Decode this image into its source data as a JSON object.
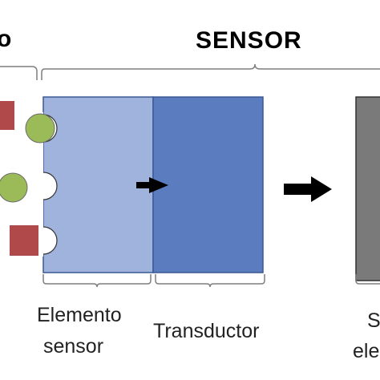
{
  "header": {
    "left_fragment": "o",
    "sensor_title": "SENSOR"
  },
  "labels": {
    "elemento_line1": "Elemento",
    "elemento_line2": "sensor",
    "transductor": "Transductor",
    "right_line1": "S",
    "right_line2": "ele"
  },
  "colors": {
    "sensor_element_fill": "#9fb3dc",
    "transducer_fill": "#5b7dc0",
    "block_border": "#3b5894",
    "output_block_fill": "#7a7a7a",
    "analyte_circle": "#9bbb59",
    "analyte_square": "#b04a4a",
    "arrow": "#000000"
  },
  "icons": {
    "flow_arrow_small": "right-arrow-icon",
    "flow_arrow_large": "right-arrow-icon"
  }
}
